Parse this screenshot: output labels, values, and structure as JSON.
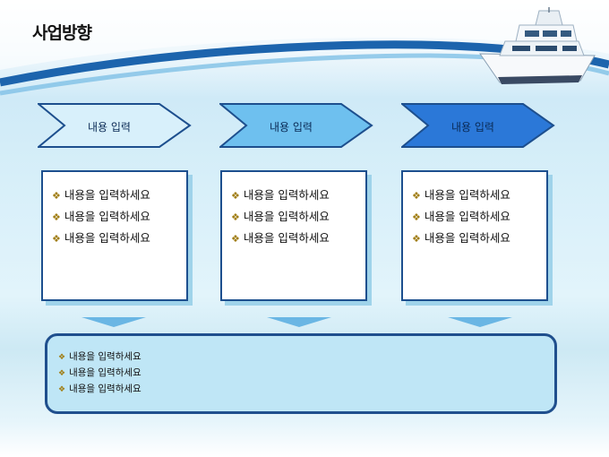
{
  "page_title": "사업방향",
  "colors": {
    "chevron_1": "#d8f0fb",
    "chevron_2": "#6ec0ef",
    "chevron_3": "#2b78d8",
    "border": "#1d4f8e",
    "bottom_fill": "#bfe6f6"
  },
  "steps": [
    {
      "label": "내용 입력",
      "items": [
        "내용을 입력하세요",
        "내용을 입력하세요",
        "내용을 입력하세요"
      ]
    },
    {
      "label": "내용 입력",
      "items": [
        "내용을 입력하세요",
        "내용을 입력하세요",
        "내용을 입력하세요"
      ]
    },
    {
      "label": "내용 입력",
      "items": [
        "내용을 입력하세요",
        "내용을 입력하세요",
        "내용을 입력하세요"
      ]
    }
  ],
  "summary": {
    "items": [
      "내용을 입력하세요",
      "내용을 입력하세요",
      "내용을 입력하세요"
    ]
  },
  "icons": {
    "bullet": "❖",
    "decoration": "yacht-image"
  }
}
